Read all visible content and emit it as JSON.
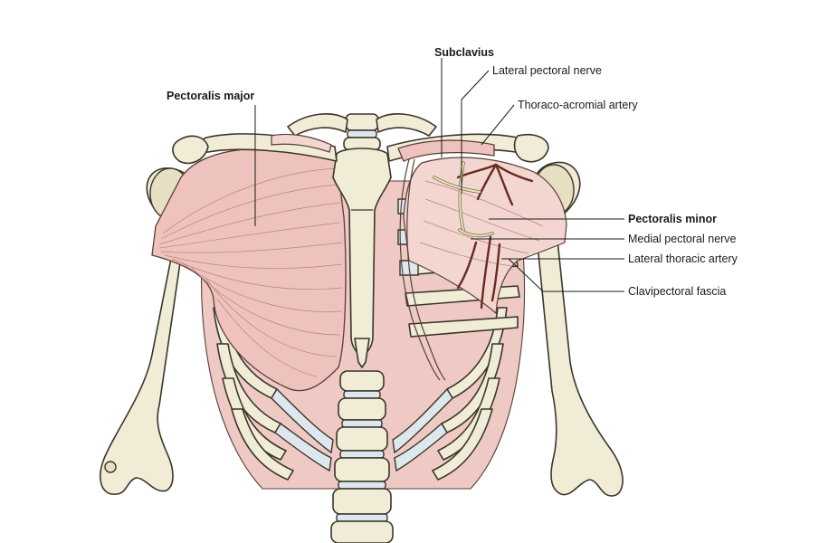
{
  "labels": {
    "pectoralis_major": "Pectoralis major",
    "subclavius": "Subclavius",
    "lateral_pectoral_nerve": "Lateral pectoral nerve",
    "thoraco_acromial_artery": "Thoraco-acromial artery",
    "pectoralis_minor": "Pectoralis minor",
    "medial_pectoral_nerve": "Medial pectoral nerve",
    "lateral_thoracic_artery": "Lateral thoracic artery",
    "clavipectoral_fascia": "Clavipectoral fascia"
  },
  "colors": {
    "bone": "#f1ecd6",
    "muscle": "#efc3bd",
    "cartilage": "#dde8ee",
    "artery": "#6b2a1f",
    "nerve": "#e9e3b8"
  }
}
